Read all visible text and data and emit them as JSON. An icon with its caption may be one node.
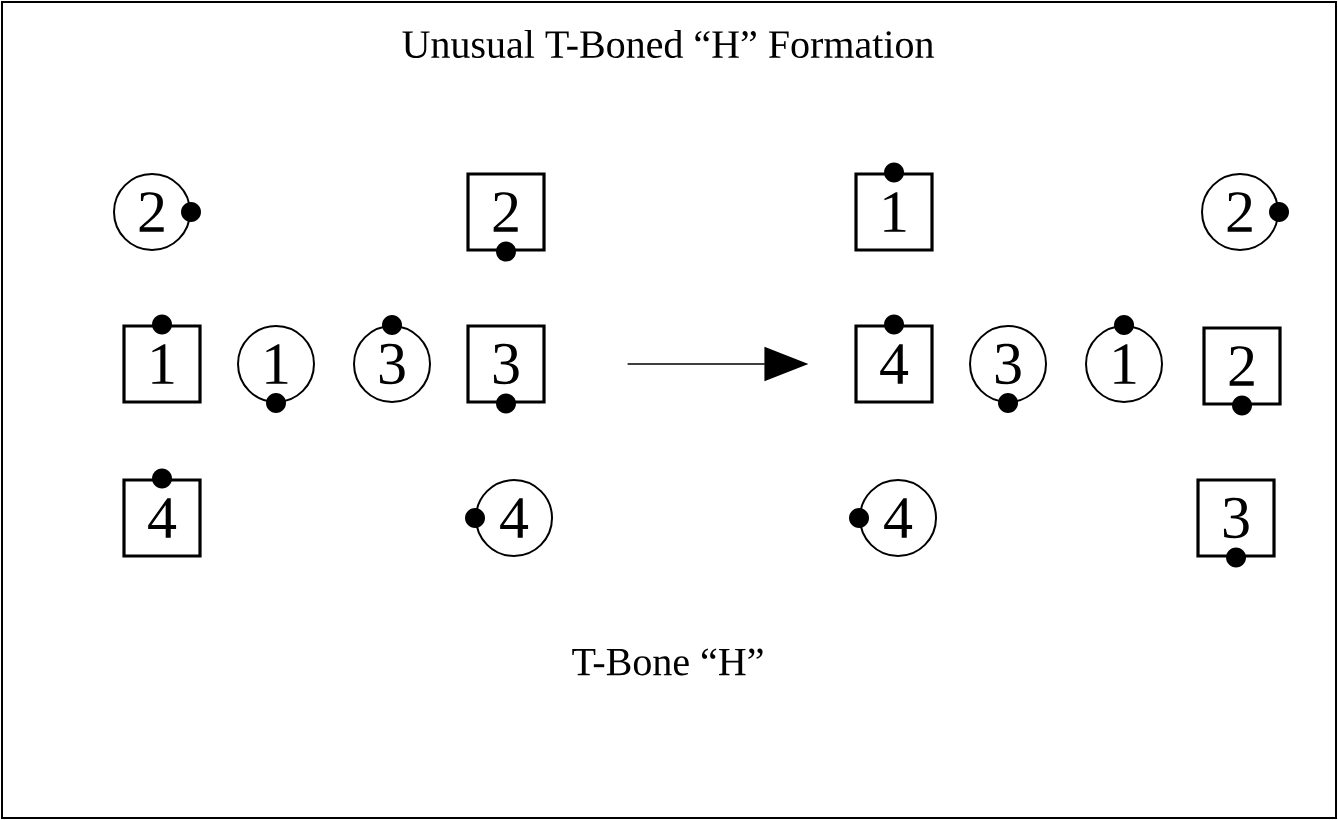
{
  "diagram": {
    "title": "Unusual T-Boned “H” Formation",
    "nodes": [
      {
        "text": [
          "2"
        ]
      },
      {
        "text": [
          "2"
        ]
      },
      {
        "text": [
          "1"
        ]
      },
      {
        "text": [
          "1"
        ]
      },
      {
        "text": [
          "3"
        ]
      },
      {
        "text": [
          "3"
        ]
      },
      {
        "text": [
          "4"
        ]
      },
      {
        "text": [
          "4"
        ]
      },
      {
        "text": [
          "1"
        ]
      },
      {
        "text": [
          "2"
        ]
      },
      {
        "text": [
          "4"
        ]
      },
      {
        "text": [
          "3"
        ]
      },
      {
        "text": [
          "1"
        ]
      },
      {
        "text": [
          "2"
        ]
      },
      {
        "text": [
          "4"
        ]
      },
      {
        "text": [
          "3"
        ]
      }
    ],
    "edges": [
      {
        "from": 5,
        "to": 10,
        "arrow": "to"
      }
    ],
    "labels": [
      "T-Bone “H”"
    ]
  }
}
